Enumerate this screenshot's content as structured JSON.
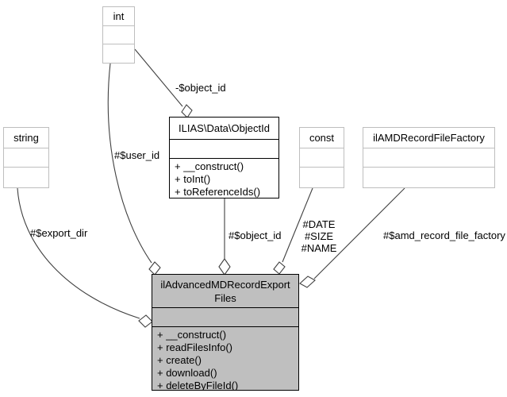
{
  "diagram": {
    "type": "uml-collaboration-graph",
    "colors": {
      "background": "#ffffff",
      "main_node_fill": "#bfbfbf",
      "node_fill": "#ffffff",
      "light_node_border": "#bebebe",
      "dark_node_border": "#000000",
      "edge_stroke": "#404040",
      "text": "#000000"
    },
    "nodes": {
      "int": {
        "title": "int"
      },
      "string": {
        "title": "string"
      },
      "object_id": {
        "title": "ILIAS\\Data\\ObjectId",
        "methods": [
          "+ __construct()",
          "+ toInt()",
          "+ toReferenceIds()"
        ]
      },
      "const": {
        "title": "const"
      },
      "factory": {
        "title": "ilAMDRecordFileFactory"
      },
      "main": {
        "title_line1": "ilAdvancedMDRecordExport",
        "title_line2": "Files",
        "methods": [
          "+ __construct()",
          "+ readFilesInfo()",
          "+ create()",
          "+ download()",
          "+ deleteByFileId()"
        ]
      }
    },
    "edge_labels": {
      "object_id_private": "-$object_id",
      "user_id": "#$user_id",
      "export_dir": "#$export_dir",
      "object_id": "#$object_id",
      "const_members": [
        "#DATE",
        "#SIZE",
        "#NAME"
      ],
      "amd_record_file_factory": "#$amd_record_file_factory"
    }
  }
}
